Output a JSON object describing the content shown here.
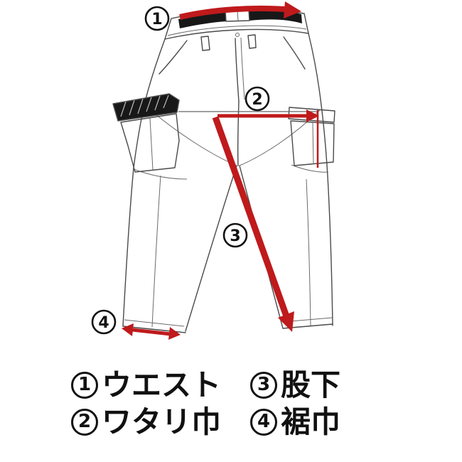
{
  "diagram": {
    "markers": [
      {
        "num": "1"
      },
      {
        "num": "2"
      },
      {
        "num": "3"
      },
      {
        "num": "4"
      }
    ]
  },
  "legend": {
    "items": [
      {
        "num": "1",
        "label": "ウエスト"
      },
      {
        "num": "2",
        "label": "ワタリ巾"
      },
      {
        "num": "3",
        "label": "股下"
      },
      {
        "num": "4",
        "label": "裾巾"
      }
    ]
  },
  "colors": {
    "arrow": "#bf1a1c",
    "outline": "#4a4a4a",
    "text": "#111111"
  }
}
